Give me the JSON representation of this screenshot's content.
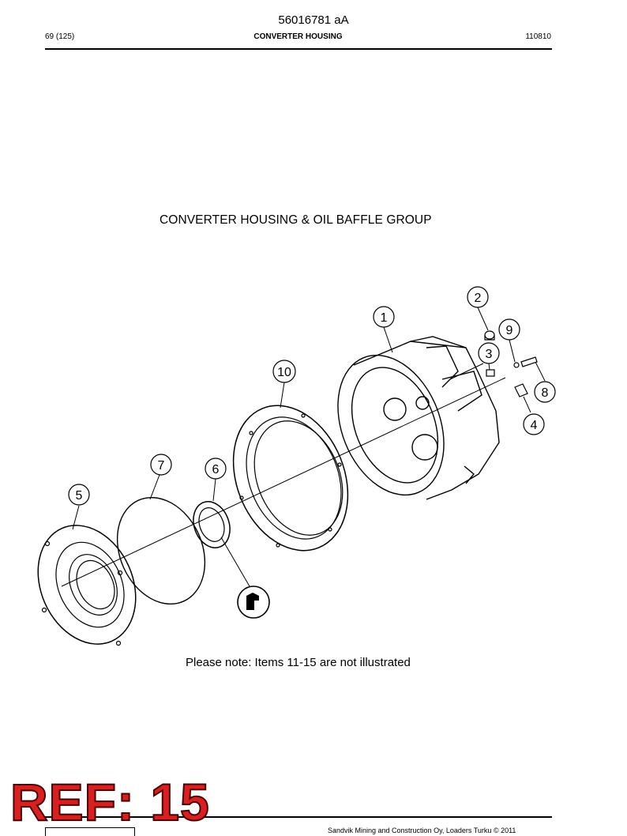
{
  "document": {
    "id": "56016781 aA",
    "page": "69 (125)",
    "section_title": "CONVERTER HOUSING",
    "code": "110810"
  },
  "diagram": {
    "title": "CONVERTER HOUSING & OIL BAFFLE GROUP",
    "note": "Please note: Items 11-15 are not illustrated",
    "callouts": [
      "1",
      "2",
      "3",
      "4",
      "5",
      "6",
      "7",
      "8",
      "9",
      "10"
    ],
    "seal-symbol": "seal-installation-icon"
  },
  "footer": {
    "copyright": "Sandvik Mining and Construction Oy, Loaders Turku © 2011"
  },
  "stamp": {
    "ref_label": "REF: 15"
  }
}
